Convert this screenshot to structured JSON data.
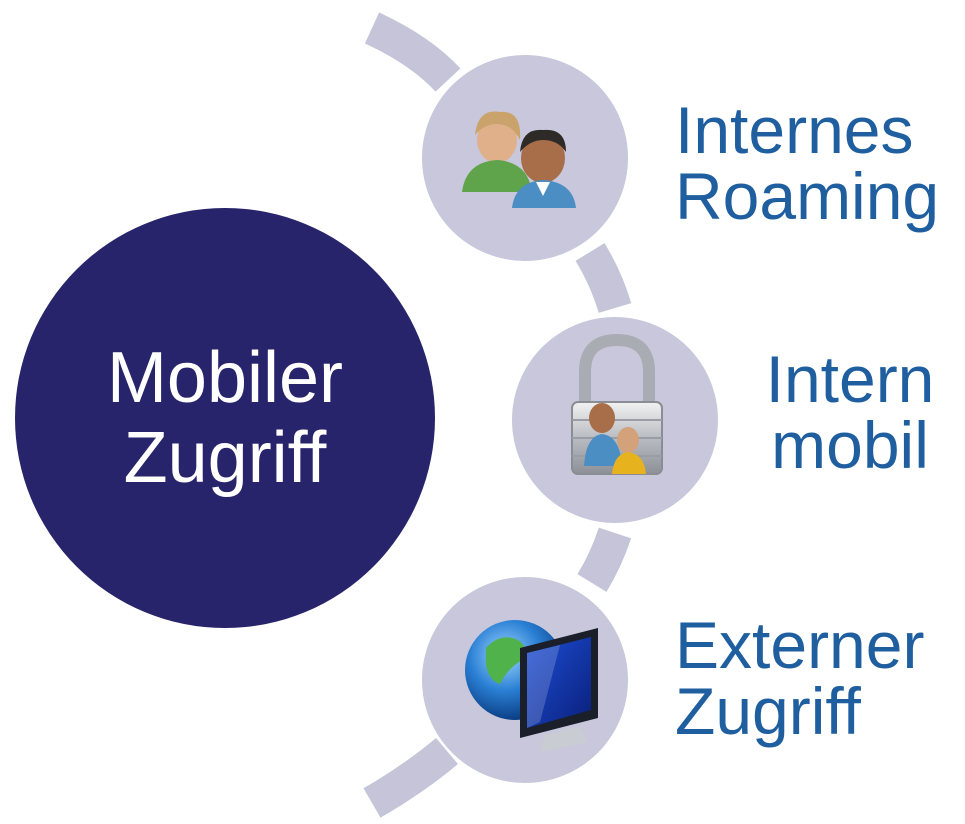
{
  "center": {
    "line1": "Mobiler",
    "line2": "Zugriff",
    "color": "#27246b"
  },
  "items": [
    {
      "line1": "Internes",
      "line2": "Roaming",
      "icon": "users-icon"
    },
    {
      "line1": "Intern",
      "line2": "mobil",
      "icon": "padlock-users-icon"
    },
    {
      "line1": "Externer",
      "line2": "Zugriff",
      "icon": "globe-monitor-icon"
    }
  ],
  "colors": {
    "arc": "#c5c4d9",
    "node": "#c8c7dc",
    "label": "#1f5fa0"
  }
}
